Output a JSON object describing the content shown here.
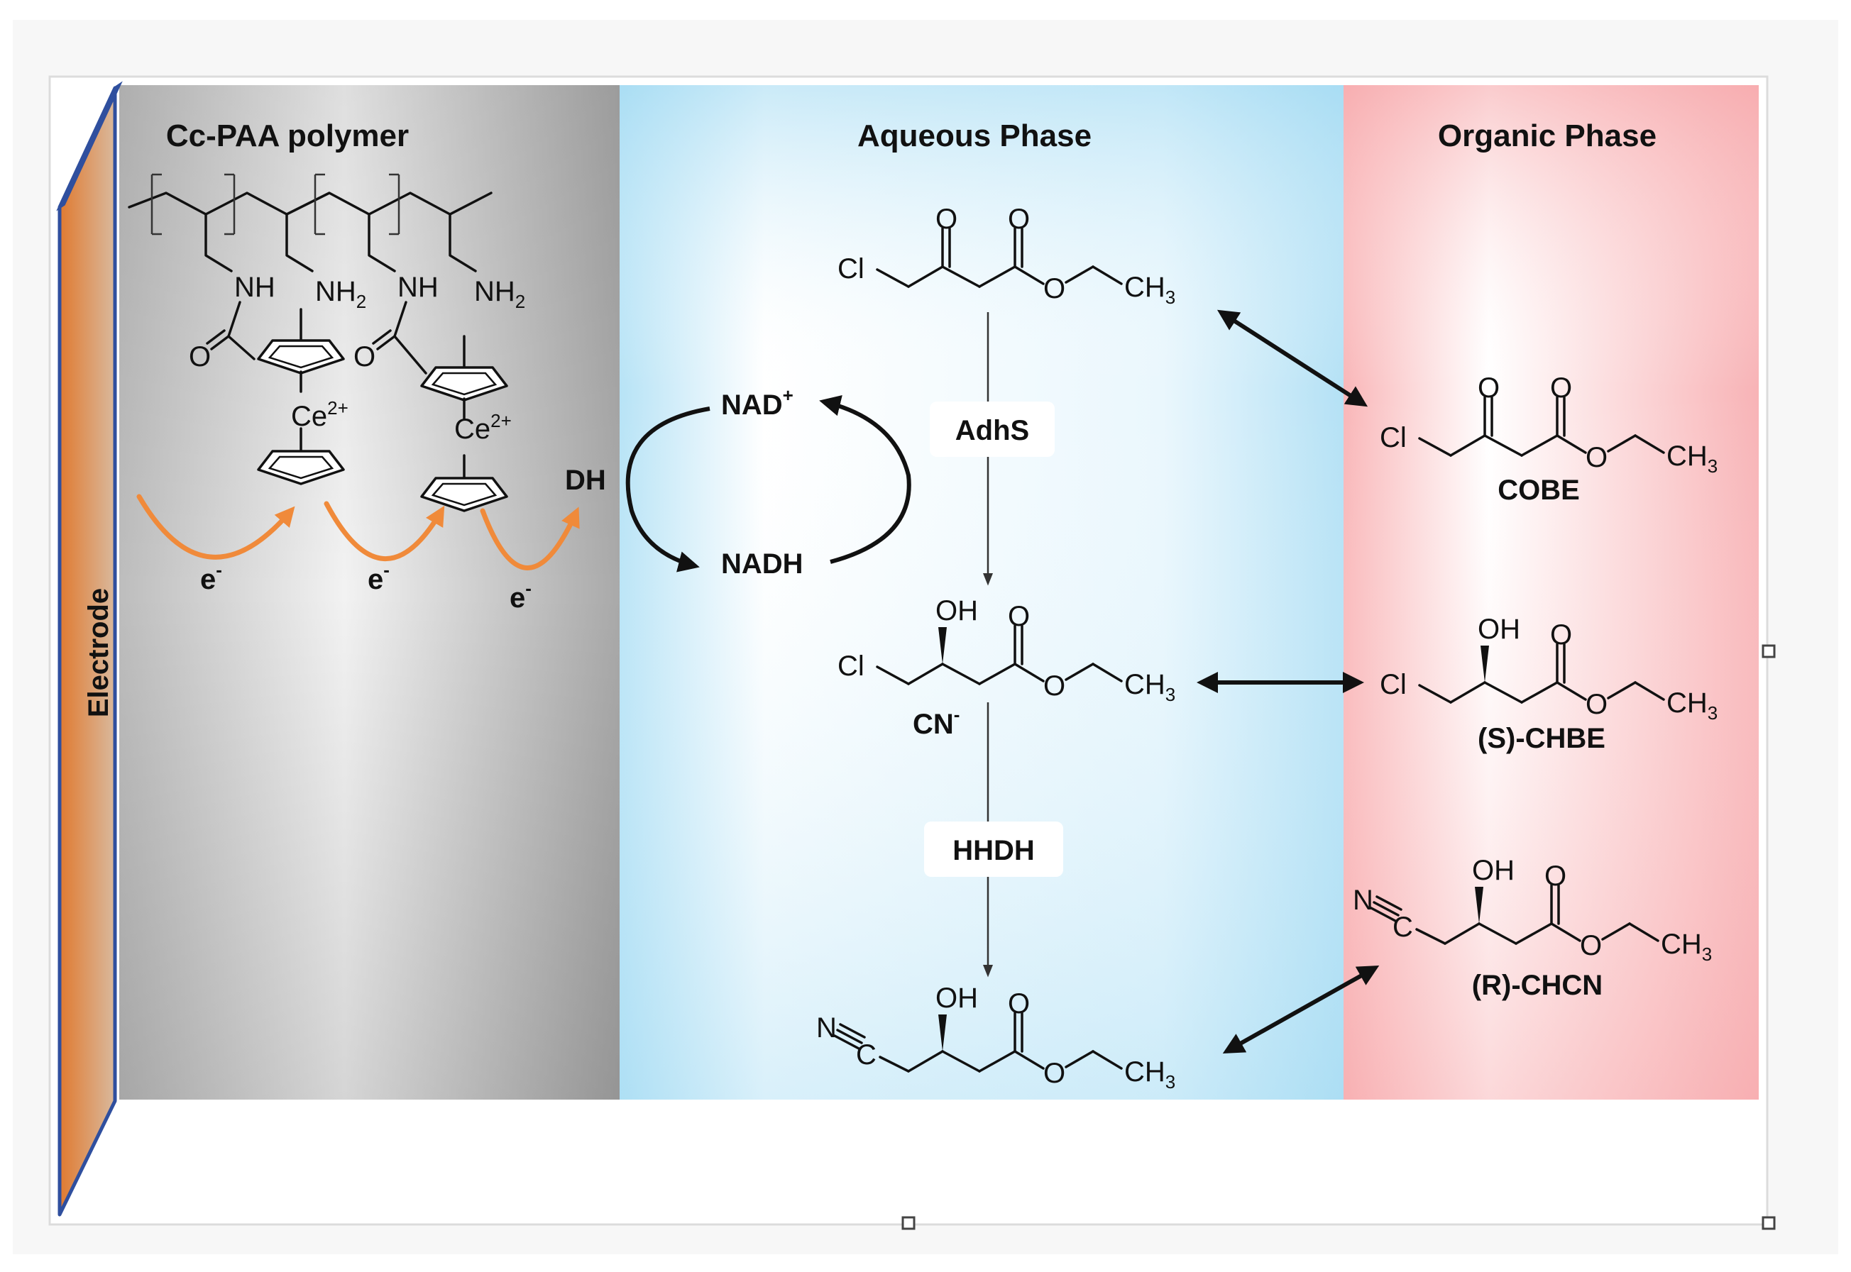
{
  "panels": {
    "electrode": "Electrode",
    "polymer": "Cc-PAA polymer",
    "aqueous": "Aqueous Phase",
    "organic": "Organic Phase"
  },
  "polymer_atoms": {
    "nh": "NH",
    "nh2": "NH",
    "nh2_sub": "2",
    "o": "O",
    "metal": "Ce",
    "metal_charge": "2+"
  },
  "electron": {
    "symbol": "e",
    "charge": "-"
  },
  "cofactor": {
    "donor": "DH",
    "oxidized": "NAD",
    "oxidized_charge": "+",
    "reduced": "NADH"
  },
  "enzymes": {
    "first": "AdhS",
    "second": "HHDH"
  },
  "reagent": {
    "text": "CN",
    "charge": "-"
  },
  "atoms": {
    "cl": "Cl",
    "o": "O",
    "oh": "OH",
    "ch3": "CH",
    "ch3_sub": "3",
    "n": "N",
    "c": "C"
  },
  "compounds": {
    "cobe": "COBE",
    "chbe": "(S)-CHBE",
    "chcn": "(R)-CHCN"
  },
  "colors": {
    "electrode": "#c98a5c",
    "electrode_edge": "#2f4f9e",
    "polymer_bg": "#c8c8c8",
    "aqueous_bg": "#bfe6f7",
    "organic_bg": "#f8b9bb",
    "electron_arrow": "#f08a3a"
  },
  "icons": [
    "cyclopentadienyl-ring-icon",
    "curved-electron-arrow-icon",
    "double-headed-arrow-icon",
    "resize-handle-icon"
  ]
}
